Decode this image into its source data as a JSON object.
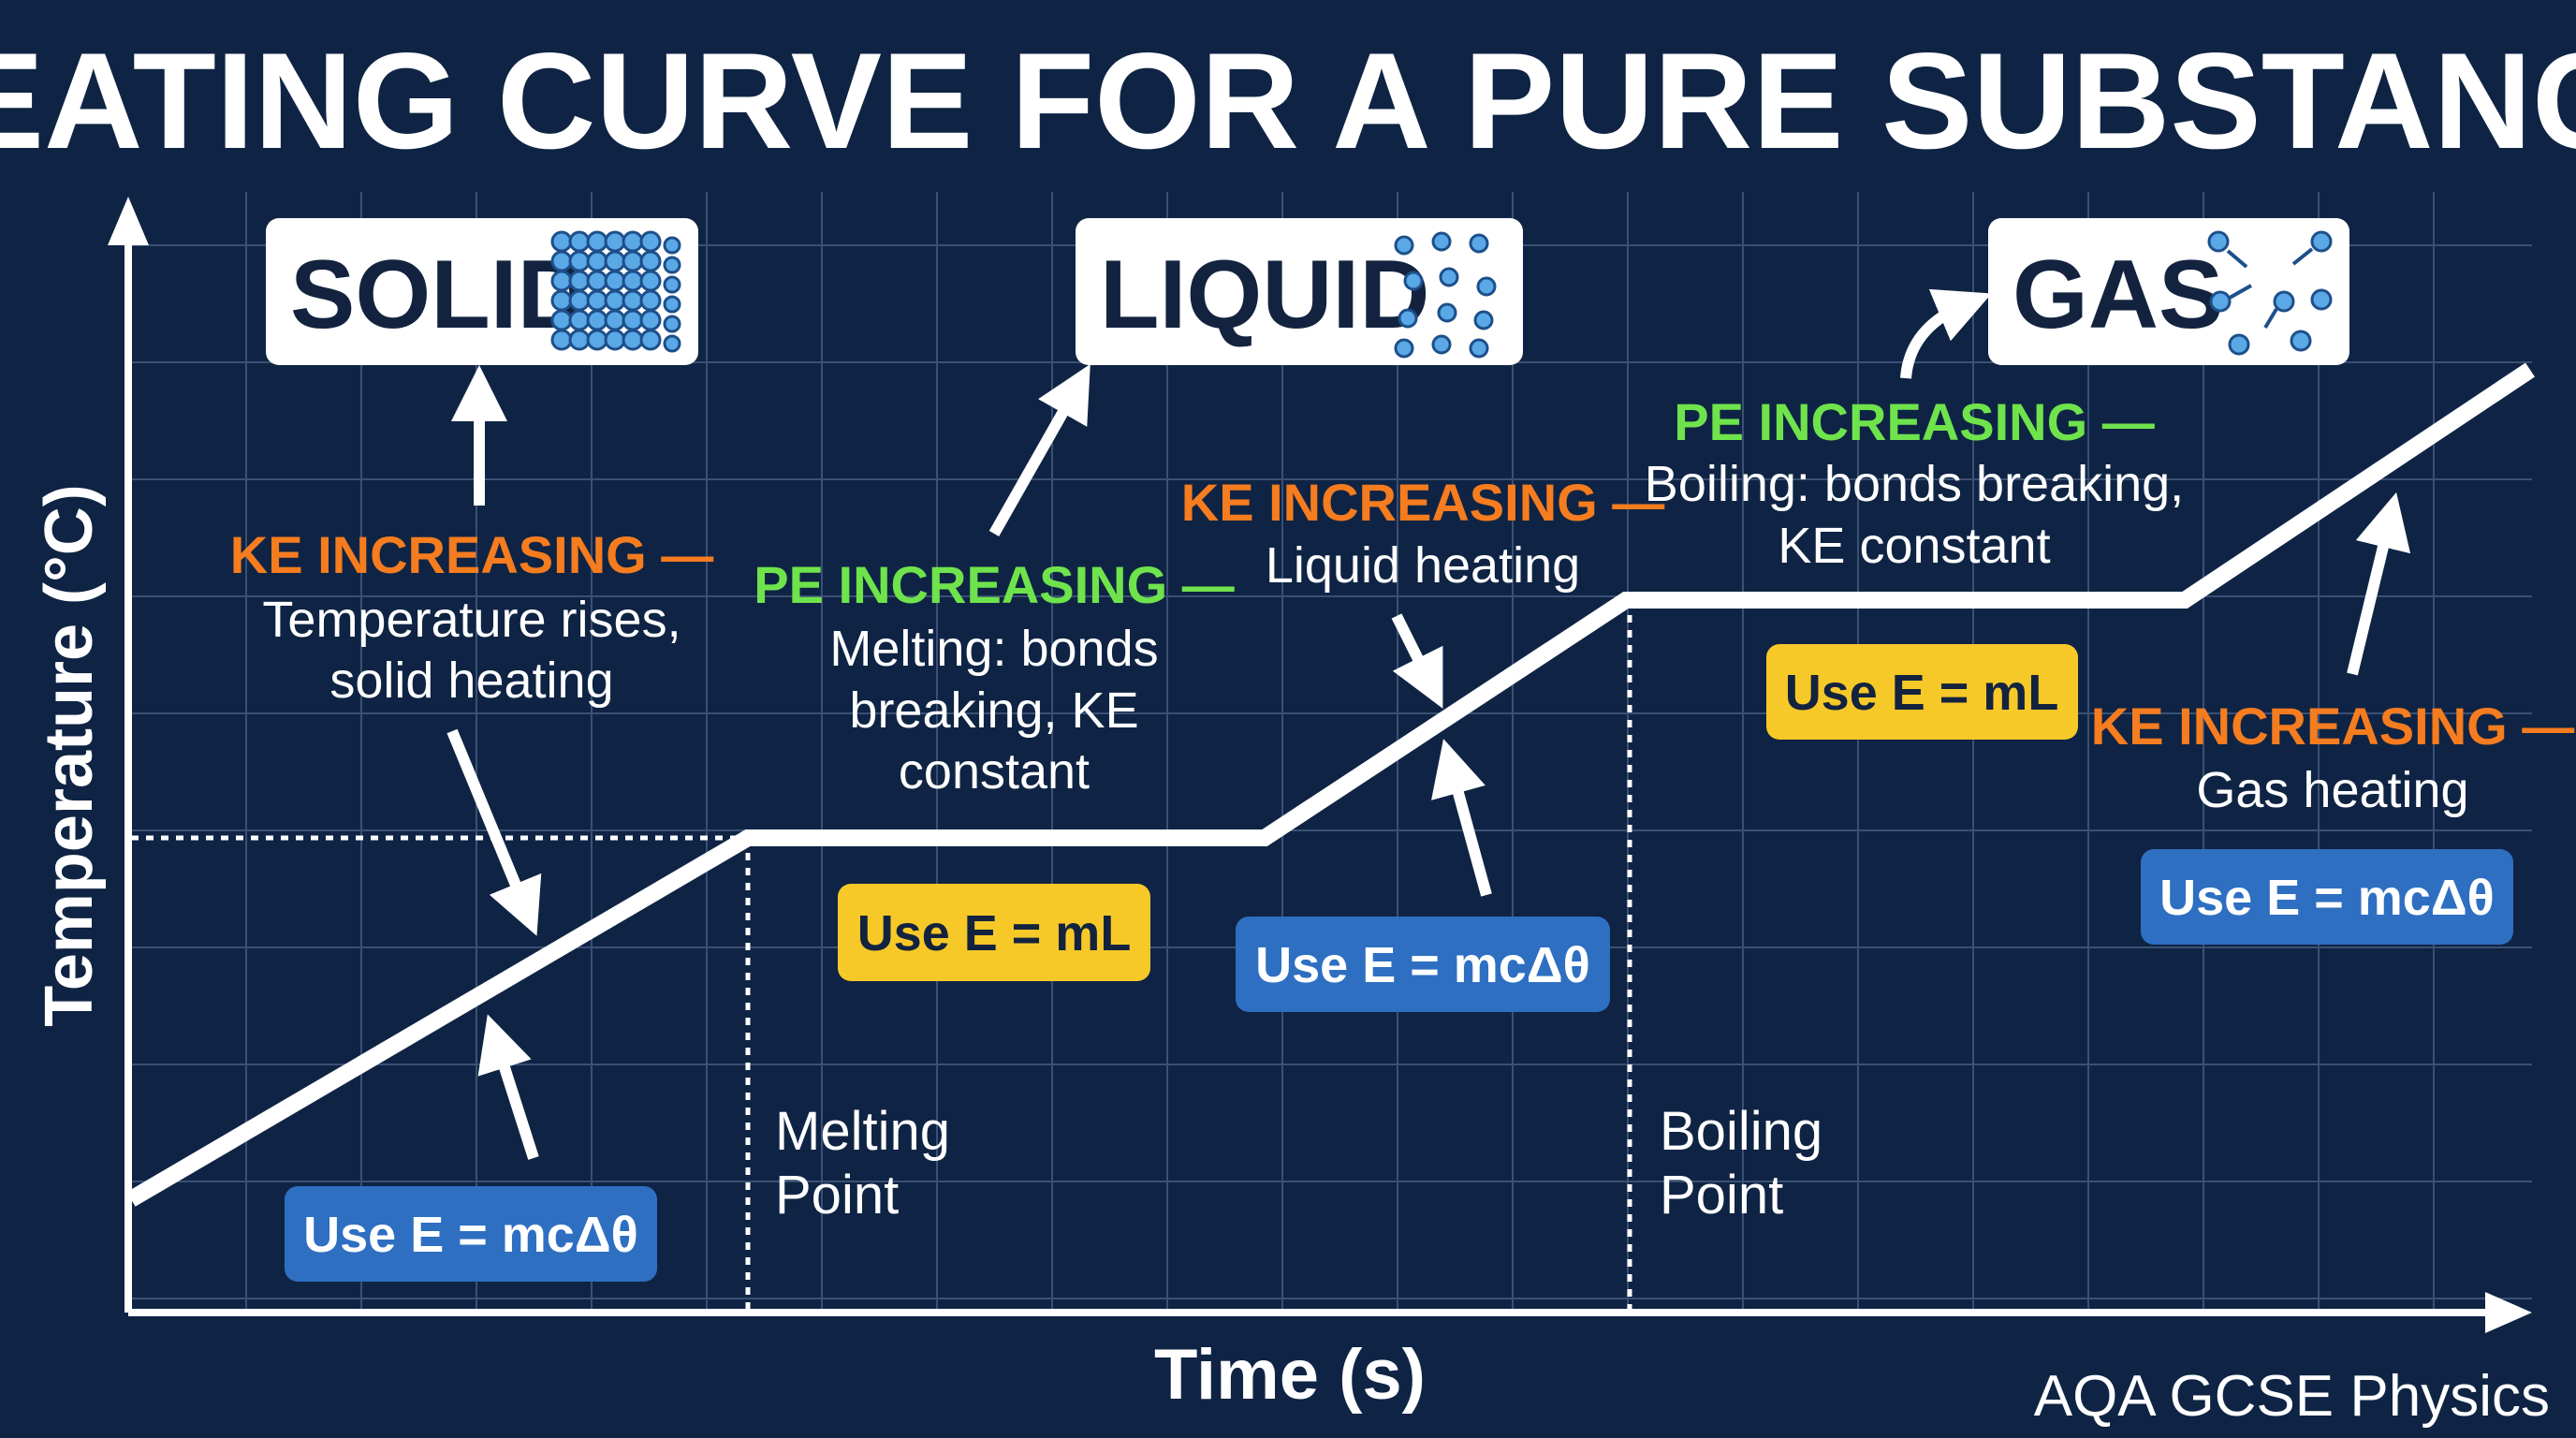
{
  "title": "HEATING CURVE FOR A PURE SUBSTANCE",
  "axes": {
    "y_label": "Temperature (°C)",
    "x_label": "Time (s)"
  },
  "footer": "AQA GCSE Physics",
  "states": [
    {
      "label": "SOLID",
      "icon": "solid-lattice-particles-icon"
    },
    {
      "label": "LIQUID",
      "icon": "liquid-moving-particles-icon"
    },
    {
      "label": "GAS",
      "icon": "gas-spread-particles-icon"
    }
  ],
  "markers": {
    "melting": [
      "Melting",
      "Point"
    ],
    "boiling": [
      "Boiling",
      "Point"
    ]
  },
  "annotations": [
    {
      "heading": "KE INCREASING —",
      "lines": [
        "Temperature rises,",
        "solid heating"
      ],
      "type": "ke"
    },
    {
      "heading": "PE INCREASING —",
      "lines": [
        "Melting: bonds",
        "breaking, KE",
        "constant"
      ],
      "type": "pe"
    },
    {
      "heading": "KE INCREASING —",
      "lines": [
        "Liquid heating"
      ],
      "type": "ke"
    },
    {
      "heading": "PE INCREASING —",
      "lines": [
        "Boiling: bonds breaking,",
        "KE constant"
      ],
      "type": "pe"
    },
    {
      "heading": "KE INCREASING —",
      "lines": [
        "Gas heating"
      ],
      "type": "ke"
    }
  ],
  "badges": [
    {
      "text": "Use E = mcΔθ",
      "color": "#2e6fc2"
    },
    {
      "text": "Use E = mL",
      "color": "#f7c928"
    },
    {
      "text": "Use E = mcΔθ",
      "color": "#2e6fc2"
    },
    {
      "text": "Use E = mL",
      "color": "#f7c928"
    },
    {
      "text": "Use E = mcΔθ",
      "color": "#2e6fc2"
    }
  ],
  "colors": {
    "background": "#0f2444",
    "grid": "#3a5074",
    "ke": "#f57c1f",
    "pe": "#6fe34c",
    "curve": "#ffffff"
  }
}
